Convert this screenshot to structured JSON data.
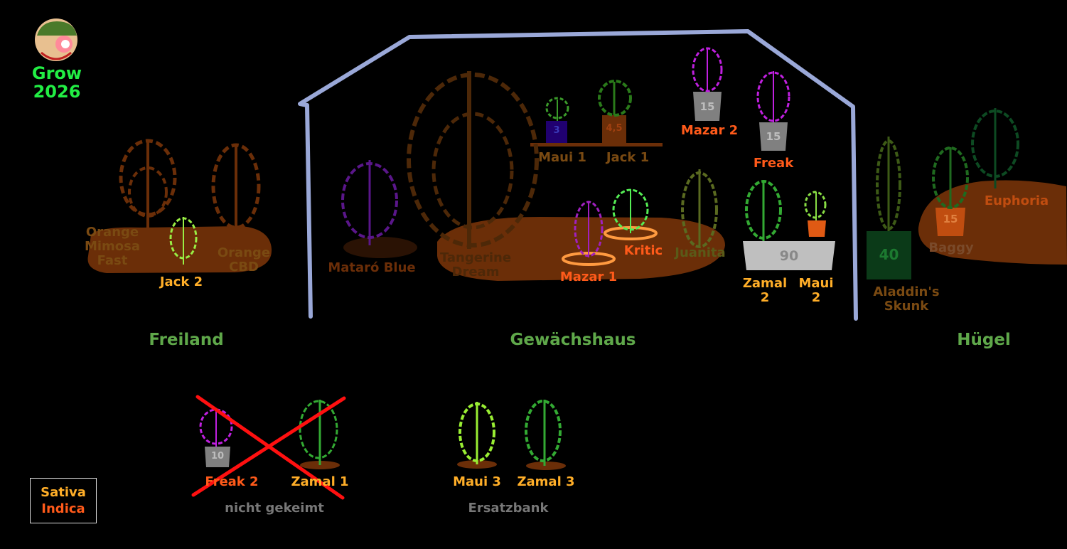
{
  "app": {
    "title_line1": "Grow",
    "title_line2": "2026"
  },
  "colors": {
    "sativa": "#ffae28",
    "indica": "#ff5a1a",
    "section": "#5fa84a",
    "muted": "#777777",
    "greenhouse_frame": "#9aa8d8",
    "soil": "#6b2e08"
  },
  "sections": {
    "freiland": "Freiland",
    "gewaechshaus": "Gewächshaus",
    "huegel": "Hügel",
    "nicht_gekeimt": "nicht gekeimt",
    "ersatzbank": "Ersatzbank"
  },
  "plants": {
    "orange_mimosa_fast": "Orange Mimosa Fast",
    "orange_cbd": "Orange CBD",
    "jack2": "Jack 2",
    "mataro_blue": "Mataró Blue",
    "tangerine_dream": "Tangerine Dream",
    "maui1": "Maui 1",
    "jack1": "Jack 1",
    "mazar2": "Mazar 2",
    "freak": "Freak",
    "mazar1": "Mazar 1",
    "kritic": "Kritic",
    "juanita": "Juanita",
    "zamal2": "Zamal 2",
    "maui2": "Maui 2",
    "aladdins_skunk": "Aladdin's Skunk",
    "baggy": "Baggy",
    "euphoria": "Euphoria",
    "freak2": "Freak 2",
    "zamal1": "Zamal 1",
    "maui3": "Maui 3",
    "zamal3": "Zamal 3"
  },
  "pots": {
    "maui1": "3",
    "jack1": "4,5",
    "mazar2": "15",
    "freak": "15",
    "zamal_maui_box": "90",
    "aladdin": "40",
    "baggy": "15",
    "freak2": "10"
  },
  "legend": {
    "sativa": "Sativa",
    "indica": "Indica"
  }
}
